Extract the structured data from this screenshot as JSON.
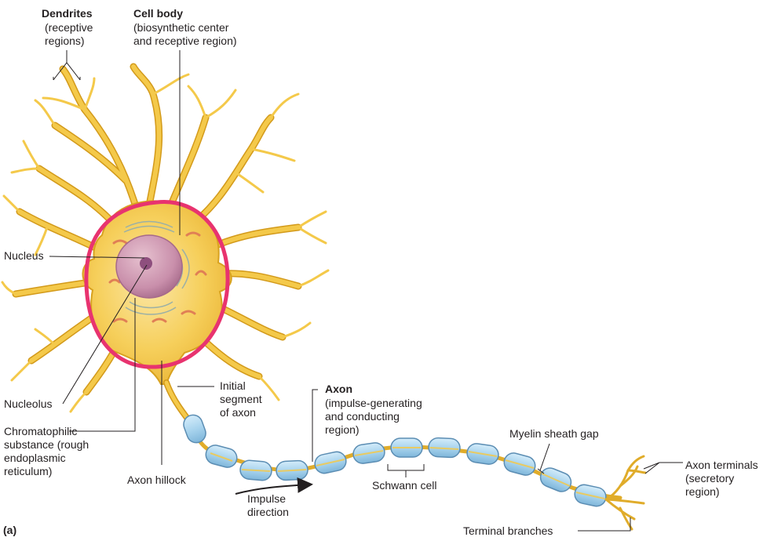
{
  "labels": {
    "dendrites_title": "Dendrites",
    "dendrites_desc": "(receptive\nregions)",
    "cellbody_title": "Cell body",
    "cellbody_desc": "(biosynthetic center\nand receptive region)",
    "nucleus": "Nucleus",
    "nucleolus": "Nucleolus",
    "chromatophilic": "Chromatophilic\nsubstance (rough\nendoplasmic\nreticulum)",
    "axon_hillock": "Axon hillock",
    "initial_segment": "Initial\nsegment\nof axon",
    "axon_title": "Axon",
    "axon_desc": "(impulse-generating\nand conducting\nregion)",
    "impulse_direction": "Impulse\ndirection",
    "schwann_cell": "Schwann cell",
    "myelin_gap": "Myelin sheath gap",
    "axon_terminals": "Axon terminals\n(secretory\nregion)",
    "terminal_branches": "Terminal branches",
    "panel": "(a)"
  },
  "colors": {
    "neuron_fill": "#f4c94a",
    "neuron_edge": "#d8a21f",
    "myelin_fill": "#a9d4ee",
    "myelin_edge": "#5b8db3",
    "nucleus_fill": "#c58aa6",
    "nucleolus_fill": "#8e4f7e",
    "highlight_ring": "#e8336f",
    "leader_line": "#231f20"
  }
}
